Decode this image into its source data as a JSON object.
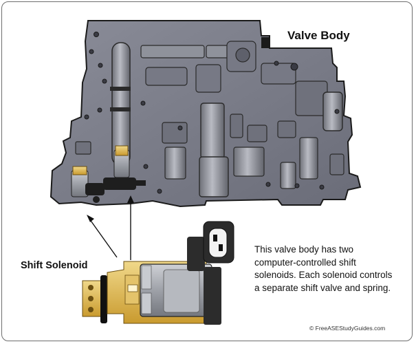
{
  "title": "Valve Body",
  "callout_label": "Shift Solenoid",
  "description": "This valve body has two computer-controlled shift solenoids. Each solenoid controls a separate shift valve and spring.",
  "copyright": "© FreeASEStudyGuides.com",
  "colors": {
    "casting": "#7b7d89",
    "casting_dark": "#5a5c68",
    "outline": "#1a1a1a",
    "brass": "#d7b34d",
    "connector": "#2c2c2c"
  }
}
